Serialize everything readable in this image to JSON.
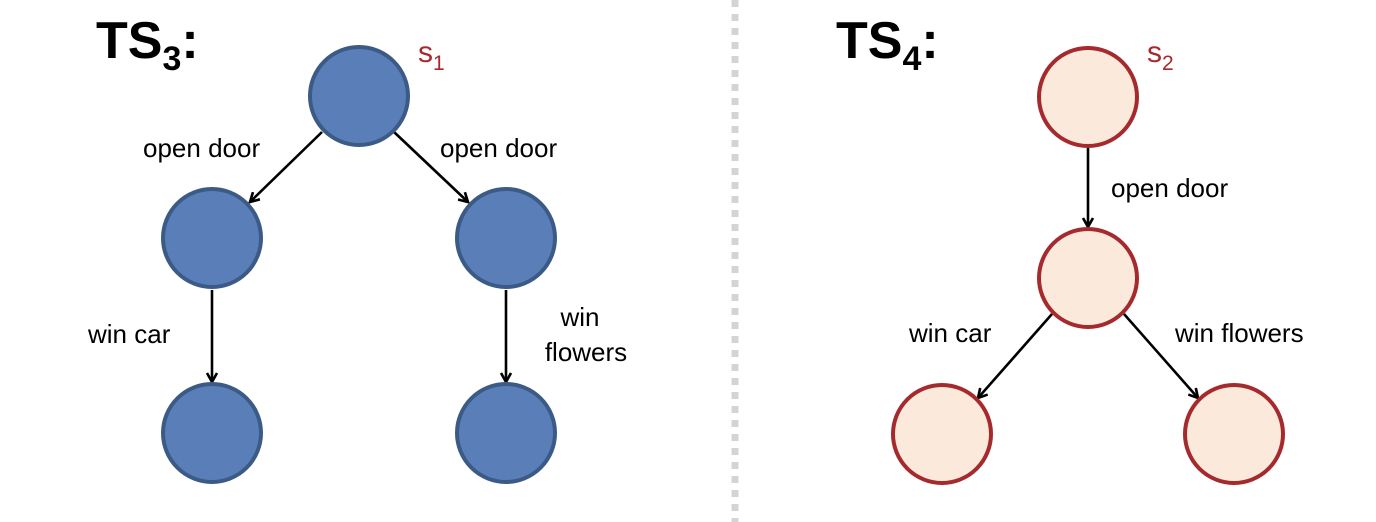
{
  "colors": {
    "ts3_fill": "#5a7fb8",
    "ts3_stroke": "#3b5a86",
    "ts4_fill": "#fbe9dc",
    "ts4_stroke": "#a52a2d",
    "label_red": "#a52a2d",
    "divider": "#d4d4d4"
  },
  "ts3": {
    "title_main": "TS",
    "title_sub": "3",
    "title_colon": ":",
    "state_letter": "s",
    "state_sub": "1",
    "edges": {
      "left_top": "open door",
      "right_top": "open door",
      "left_bottom": "win car",
      "right_bottom_line1": "win",
      "right_bottom_line2": "flowers"
    }
  },
  "ts4": {
    "title_main": "TS",
    "title_sub": "4",
    "title_colon": ":",
    "state_letter": "s",
    "state_sub": "2",
    "edges": {
      "top": "open door",
      "left_bottom": "win car",
      "right_bottom": "win flowers"
    }
  }
}
